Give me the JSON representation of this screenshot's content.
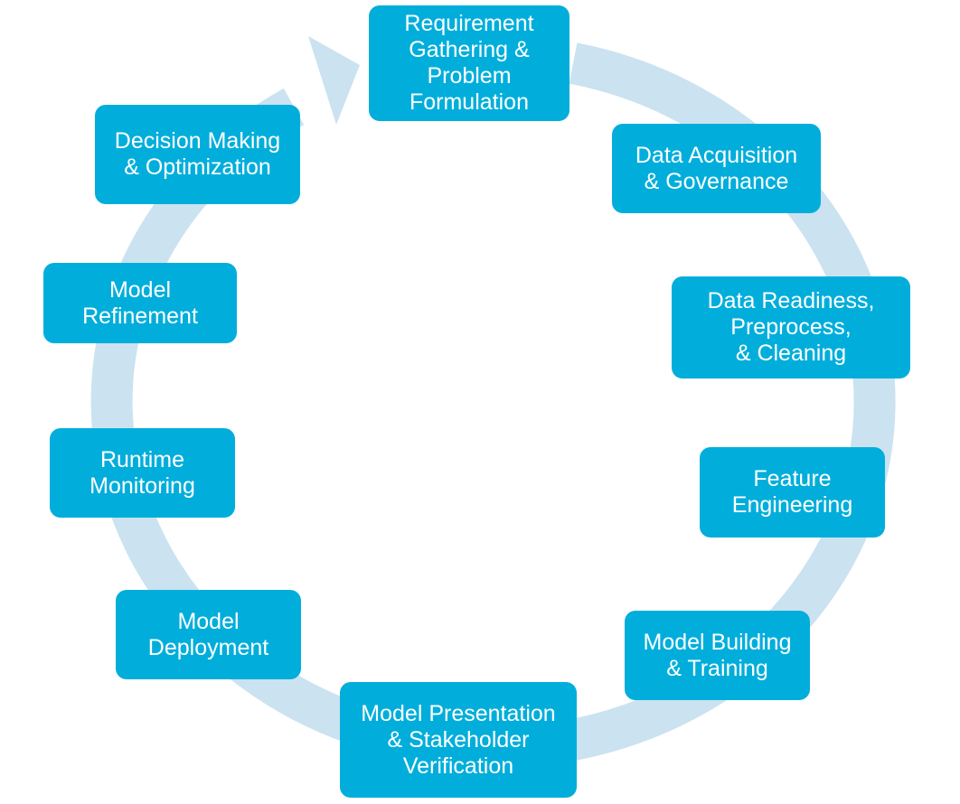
{
  "diagram": {
    "colors": {
      "box": "#01aedb",
      "ring": "#cbe2f0",
      "text": "#ffffff"
    },
    "steps": [
      {
        "label": "Requirement\nGathering &\nProblem\nFormulation"
      },
      {
        "label": "Data Acquisition\n& Governance"
      },
      {
        "label": "Data Readiness,\nPreprocess,\n& Cleaning"
      },
      {
        "label": "Feature\nEngineering"
      },
      {
        "label": "Model Building\n& Training"
      },
      {
        "label": "Model Presentation\n& Stakeholder\nVerification"
      },
      {
        "label": "Model\nDeployment"
      },
      {
        "label": "Runtime\nMonitoring"
      },
      {
        "label": "Model\nRefinement"
      },
      {
        "label": "Decision Making\n& Optimization"
      }
    ]
  }
}
